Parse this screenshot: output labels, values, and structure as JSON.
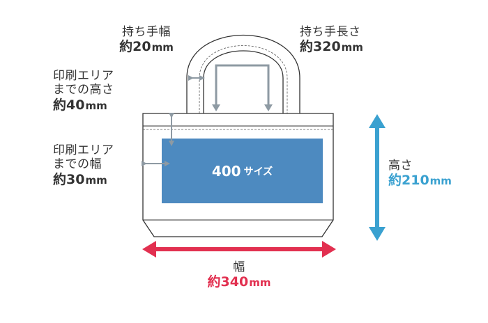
{
  "colors": {
    "outline": "#333333",
    "print_area": "#4d8ac0",
    "dim_gray": "#8e9aa3",
    "height_accent": "#3aa1d0",
    "width_accent": "#e23050",
    "text": "#333333"
  },
  "labels": {
    "handle_width": {
      "title": "持ち手幅",
      "value": "約20",
      "unit": "mm"
    },
    "handle_length": {
      "title": "持ち手長さ",
      "value": "約320",
      "unit": "mm"
    },
    "print_top_gap": {
      "line1": "印刷エリア",
      "line2": "までの高さ",
      "value": "約40",
      "unit": "mm"
    },
    "print_side_gap": {
      "line1": "印刷エリア",
      "line2": "までの幅",
      "value": "約30",
      "unit": "mm"
    },
    "height": {
      "title": "高さ",
      "value": "約210",
      "unit": "mm"
    },
    "width": {
      "title": "幅",
      "value": "約340",
      "unit": "mm"
    }
  },
  "print_area": {
    "size": "400",
    "suffix": "サイズ"
  }
}
